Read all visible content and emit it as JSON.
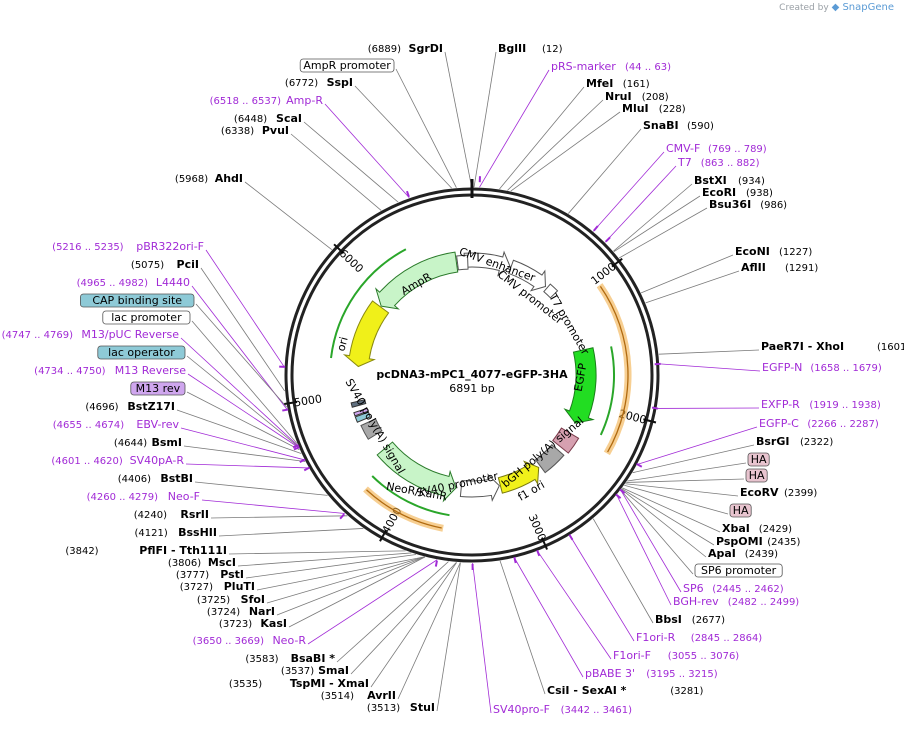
{
  "credit": {
    "prefix": "Created by",
    "brand": "SnapGene"
  },
  "plasmid": {
    "name": "pcDNA3-mPC1_4077-eGFP-3HA",
    "size": "6891 bp"
  },
  "ticks": [
    "1000",
    "2000",
    "3000",
    "4000",
    "5000",
    "6000"
  ],
  "features": {
    "cmv_enhancer": "CMV enhancer",
    "cmv_promoter": "CMV promoter",
    "t7_promoter": "T7 promoter",
    "egfp": "EGFP",
    "bgh": "bGH poly(A) signal",
    "f1ori": "f1 ori",
    "sv40prom": "SV40 promoter",
    "neo": "NeoR/KanR",
    "sv40pa": "SV40 poly(A) signal",
    "ori": "ori",
    "ampr": "AmpR"
  },
  "labels": [
    {
      "pos": "(6889)",
      "name": "SgrDI"
    },
    {
      "pos": "(12)",
      "name": "BglII"
    },
    {
      "name": "pRS-marker",
      "range": "(44 .. 63)",
      "primer": true
    },
    {
      "pos": "(161)",
      "name": "MfeI"
    },
    {
      "pos": "(208)",
      "name": "NruI"
    },
    {
      "pos": "(228)",
      "name": "MluI"
    },
    {
      "pos": "(590)",
      "name": "SnaBI"
    },
    {
      "name": "CMV-F",
      "range": "(769 .. 789)",
      "primer": true
    },
    {
      "name": "T7",
      "range": "(863 .. 882)",
      "primer": true
    },
    {
      "pos": "(934)",
      "name": "BstXI"
    },
    {
      "pos": "(938)",
      "name": "EcoRI"
    },
    {
      "pos": "(986)",
      "name": "Bsu36I"
    },
    {
      "pos": "(1227)",
      "name": "EcoNI"
    },
    {
      "pos": "(1291)",
      "name": "AflII"
    },
    {
      "pos": "(1601)",
      "name": "PaeR7I  -  XhoI"
    },
    {
      "name": "EGFP-N",
      "range": "(1658 .. 1679)",
      "primer": true
    },
    {
      "name": "EXFP-R",
      "range": "(1919 .. 1938)",
      "primer": true
    },
    {
      "name": "EGFP-C",
      "range": "(2266 .. 2287)",
      "primer": true
    },
    {
      "pos": "(2322)",
      "name": "BsrGI"
    },
    {
      "name": "HA",
      "box": "ha"
    },
    {
      "name": "HA",
      "box": "ha"
    },
    {
      "pos": "(2399)",
      "name": "EcoRV"
    },
    {
      "name": "HA",
      "box": "ha"
    },
    {
      "pos": "(2429)",
      "name": "XbaI"
    },
    {
      "pos": "(2435)",
      "name": "PspOMI"
    },
    {
      "pos": "(2439)",
      "name": "ApaI"
    },
    {
      "name": "SP6 promoter",
      "box": "white"
    },
    {
      "name": "SP6",
      "range": "(2445 .. 2462)",
      "primer": true
    },
    {
      "name": "BGH-rev",
      "range": "(2482 .. 2499)",
      "primer": true
    },
    {
      "pos": "(2677)",
      "name": "BbsI"
    },
    {
      "name": "F1ori-R",
      "range": "(2845 .. 2864)",
      "primer": true
    },
    {
      "name": "F1ori-F",
      "range": "(3055 .. 3076)",
      "primer": true
    },
    {
      "name": "pBABE 3'",
      "range": "(3195 .. 3215)",
      "primer": true
    },
    {
      "pos": "(3281)",
      "name": "CsiI  -  SexAI *"
    },
    {
      "name": "SV40pro-F",
      "range": "(3442 .. 3461)",
      "primer": true
    },
    {
      "pos": "(3513)",
      "name": "StuI"
    },
    {
      "pos": "(3514)",
      "name": "AvrII"
    },
    {
      "pos": "(3535)",
      "name": "TspMI  -  XmaI"
    },
    {
      "pos": "(3537)",
      "name": "SmaI"
    },
    {
      "pos": "(3583)",
      "name": "BsaBI *"
    },
    {
      "name": "Neo-R",
      "range": "(3650 .. 3669)",
      "primer": true
    },
    {
      "pos": "(3723)",
      "name": "KasI"
    },
    {
      "pos": "(3724)",
      "name": "NarI"
    },
    {
      "pos": "(3725)",
      "name": "SfoI"
    },
    {
      "pos": "(3727)",
      "name": "PluTI"
    },
    {
      "pos": "(3777)",
      "name": "PstI"
    },
    {
      "pos": "(3806)",
      "name": "MscI"
    },
    {
      "pos": "(3842)",
      "name": "PflFI  -  Tth111I"
    },
    {
      "pos": "(4121)",
      "name": "BssHII"
    },
    {
      "pos": "(4240)",
      "name": "RsrII"
    },
    {
      "name": "Neo-F",
      "range": "(4260 .. 4279)",
      "primer": true
    },
    {
      "pos": "(4406)",
      "name": "BstBI"
    },
    {
      "name": "SV40pA-R",
      "range": "(4601 .. 4620)",
      "primer": true
    },
    {
      "pos": "(4644)",
      "name": "BsmI"
    },
    {
      "name": "EBV-rev",
      "range": "(4655 .. 4674)",
      "primer": true
    },
    {
      "pos": "(4696)",
      "name": "BstZ17I"
    },
    {
      "name": "M13 rev",
      "box": "purple"
    },
    {
      "name": "M13 Reverse",
      "range": "(4734 .. 4750)",
      "primer": true
    },
    {
      "name": "lac operator",
      "box": "teal"
    },
    {
      "name": "M13/pUC Reverse",
      "range": "(4747 .. 4769)",
      "primer": true
    },
    {
      "name": "lac promoter",
      "box": "white"
    },
    {
      "name": "L4440",
      "range": "(4965 .. 4982)",
      "primer": true
    },
    {
      "name": "CAP binding site",
      "box": "teal"
    },
    {
      "pos": "(5075)",
      "name": "PciI"
    },
    {
      "name": "pBR322ori-F",
      "range": "(5216 .. 5235)",
      "primer": true
    },
    {
      "pos": "(5968)",
      "name": "AhdI"
    },
    {
      "pos": "(6338)",
      "name": "PvuI"
    },
    {
      "pos": "(6448)",
      "name": "ScaI"
    },
    {
      "name": "Amp-R",
      "range": "(6518 .. 6537)",
      "primer": true
    },
    {
      "pos": "(6772)",
      "name": "SspI"
    },
    {
      "name": "AmpR promoter",
      "box": "white"
    }
  ],
  "colors": {
    "primer": "#a12ad6",
    "ha": "#e8c4cf",
    "teal": "#8ecad7",
    "m13": "#cfa6ee",
    "egfp": "#22dd22",
    "f1ori": "#f1f11a",
    "ori": "#f0f019",
    "neo": "#c8f4c8",
    "grey": "#a8a8a8",
    "orange": "#f0a838"
  }
}
